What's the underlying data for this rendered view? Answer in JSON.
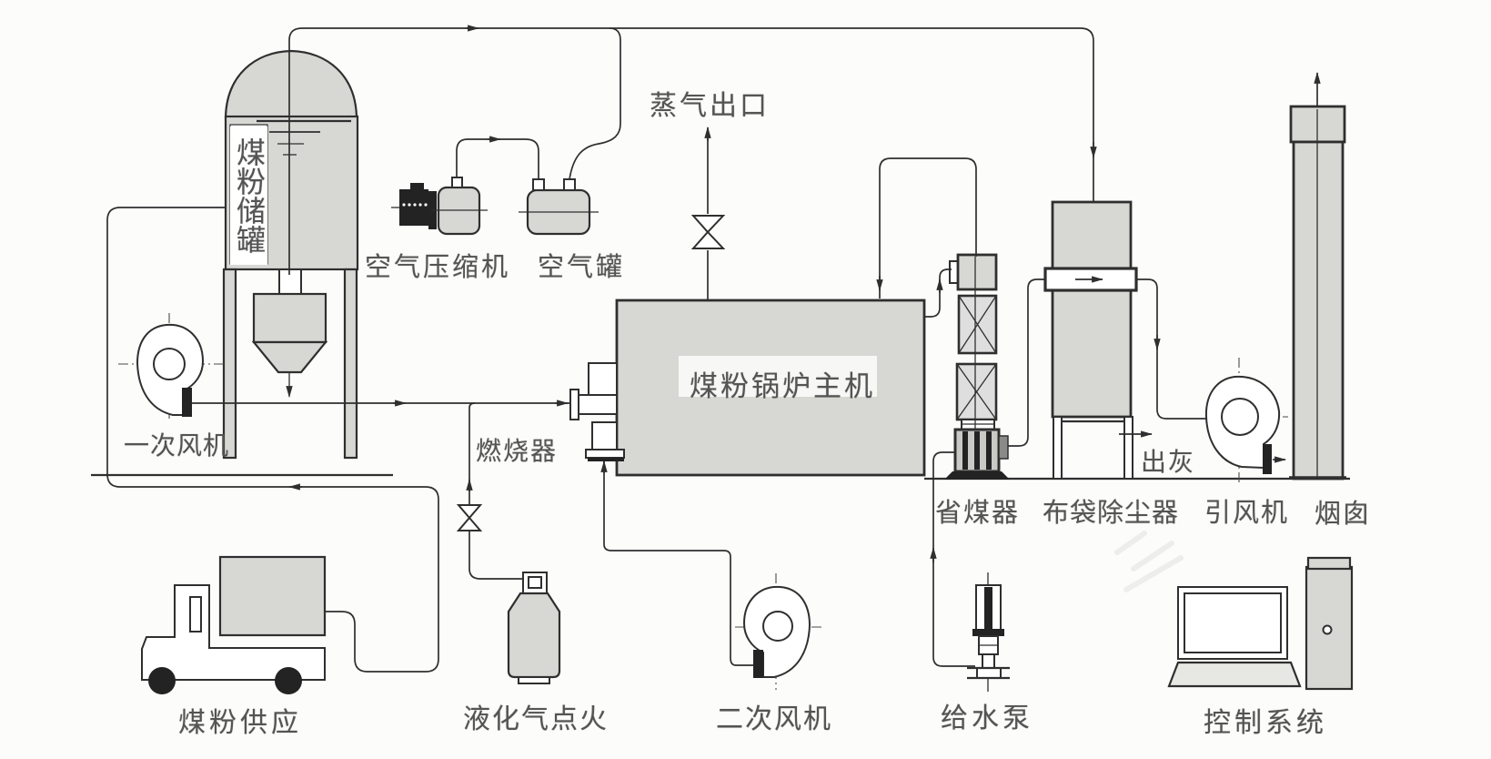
{
  "labels": {
    "coal_tank": "煤粉储罐",
    "air_compressor": "空气压缩机",
    "air_tank": "空气罐",
    "steam_outlet": "蒸气出口",
    "boiler": "煤粉锅炉主机",
    "primary_fan": "一次风机",
    "burner": "燃烧器",
    "economizer": "省煤器",
    "bag_filter": "布袋除尘器",
    "ash_out": "出灰",
    "id_fan": "引风机",
    "chimney": "烟囱",
    "coal_supply": "煤粉供应",
    "lpg_ignition": "液化气点火",
    "secondary_fan": "二次风机",
    "feed_pump": "给水泵",
    "control_system": "控制系统"
  },
  "colors": {
    "line": "#2f2f2f",
    "equipment_fill": "#d7d7d4",
    "dark_fill": "#232323",
    "label_text": "#545454",
    "background": "#fcfcfb"
  }
}
